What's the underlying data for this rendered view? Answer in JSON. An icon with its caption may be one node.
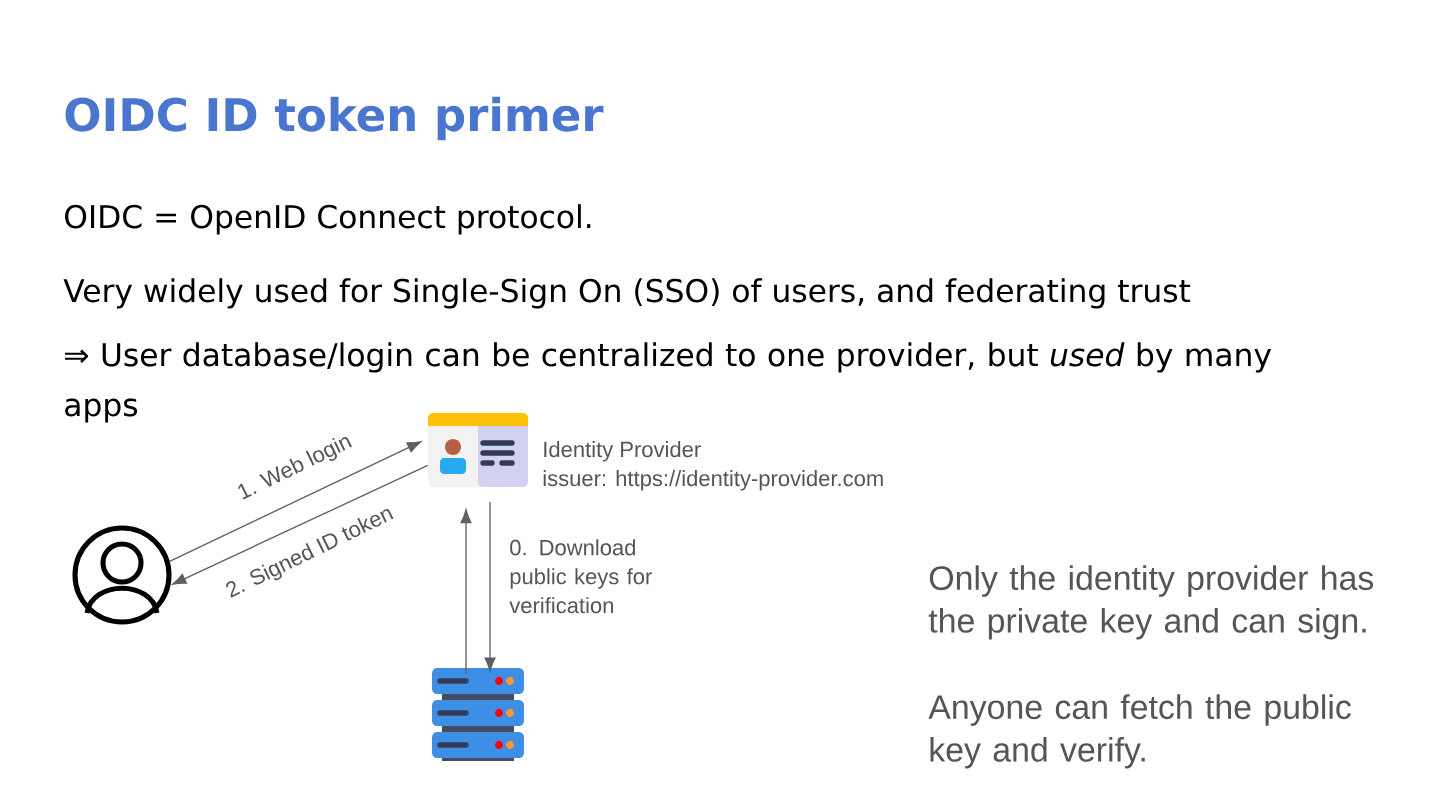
{
  "diagram": {
    "title": "OIDC ID token primer",
    "nodes": [
      {
        "text": [],
        "shape": "person"
      },
      {
        "text": [],
        "shape": "picture",
        "beside": [
          "Identity Provider",
          "issuer: https://identity-provider.com"
        ]
      },
      {
        "text": [],
        "shape": "picture"
      }
    ],
    "edges": [
      {
        "from": 0,
        "to": 1,
        "arrow": "to",
        "label": "1. Web login"
      },
      {
        "from": 1,
        "to": 0,
        "arrow": "to",
        "label": "2. Signed ID token"
      },
      {
        "from": 2,
        "to": 1,
        "arrow": "to"
      },
      {
        "from": 1,
        "to": 2,
        "arrow": "to",
        "label": "0. Download public keys for verification"
      }
    ],
    "labels": [
      "OIDC = OpenID Connect protocol.",
      "Very widely used for Single-Sign On (SSO) of users, and federating trust",
      "⇒ User database/login can be centralized to one provider, but *used* by many apps",
      "Only the identity provider has the private key and can sign.",
      "Anyone can fetch the public key and verify."
    ]
  }
}
